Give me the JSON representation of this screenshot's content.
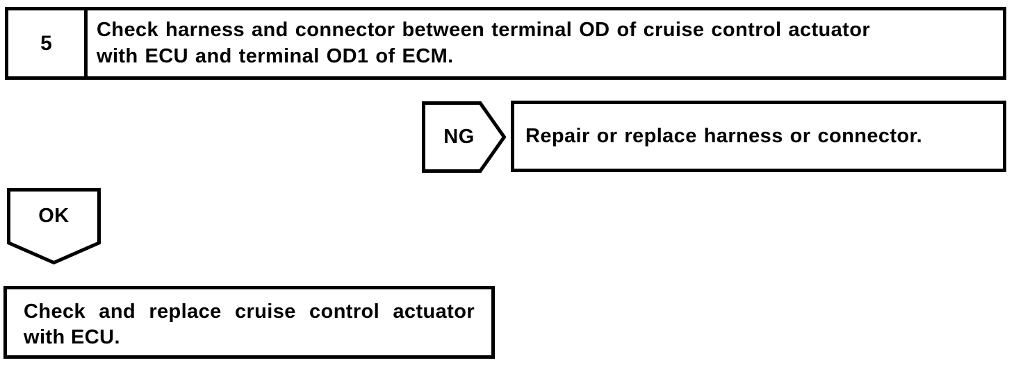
{
  "page": {
    "background_color": "#ffffff",
    "line_color": "#000000"
  },
  "step_box": {
    "number": "5",
    "instruction": "Check harness and connector between terminal OD of cruise control actuator with ECU and terminal OD1 of ECM."
  },
  "ng_branch": {
    "label": "NG",
    "action": "Repair or replace harness or connector."
  },
  "ok_branch": {
    "label": "OK",
    "action": "Check and replace cruise control actuator with ECU."
  }
}
